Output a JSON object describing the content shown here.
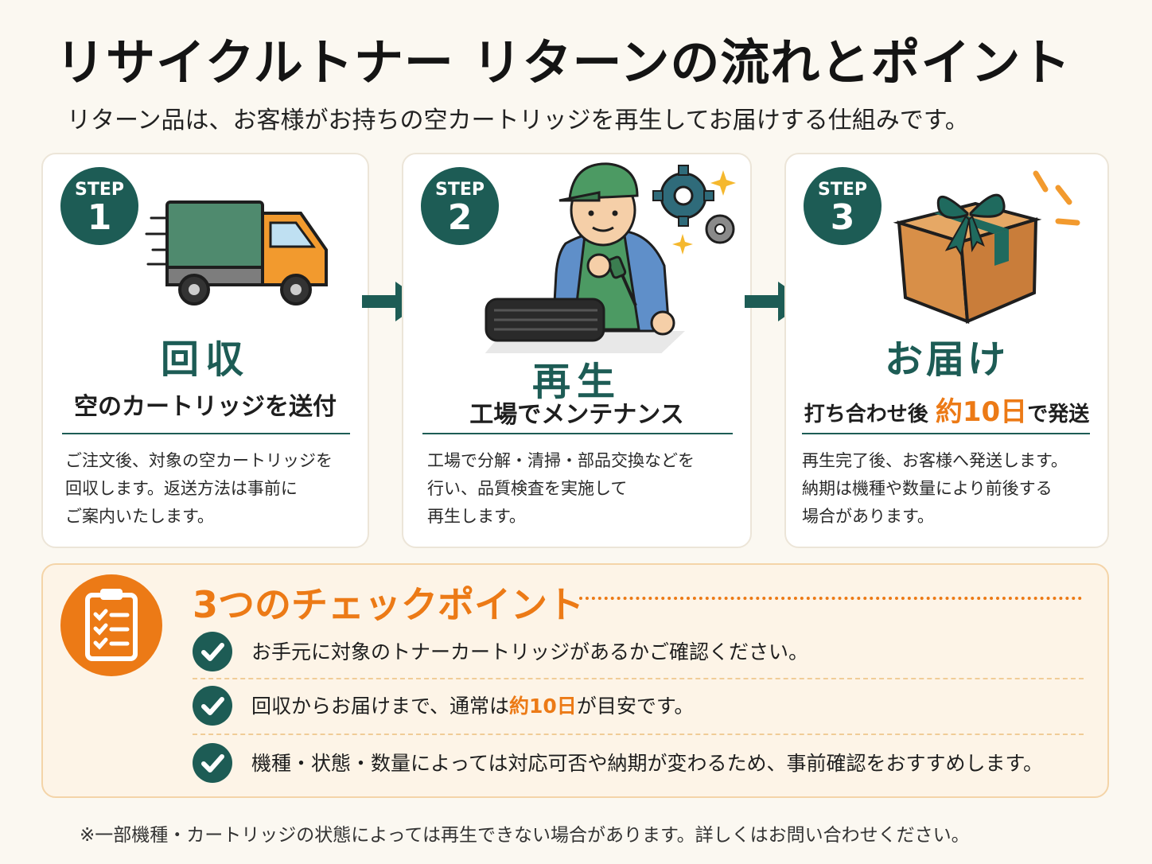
{
  "header": {
    "title": "リサイクルトナー リターンの流れとポイント",
    "subtitle": "リターン品は、お客様がお持ちの空カートリッジを再生してお届けする仕組みです。"
  },
  "steps": [
    {
      "badge_label": "STEP",
      "badge_number": "1",
      "title": "回収",
      "subtitle": "空のカートリッジを送付",
      "desc": [
        "ご注文後、対象の空カートリッジを",
        "回収します。返送方法は事前に",
        "ご案内いたします。"
      ],
      "icon": "delivery-truck-icon"
    },
    {
      "badge_label": "STEP",
      "badge_number": "2",
      "title": "再生",
      "subtitle": "工場でメンテナンス",
      "desc": [
        "工場で分解・清掃・部品交換などを",
        "行い、品質検査を実施して",
        "再生します。"
      ],
      "icon": "factory-worker-icon"
    },
    {
      "badge_label": "STEP",
      "badge_number": "3",
      "title": "お届け",
      "subtitle_pre": "打ち合わせ後",
      "subtitle_hl": "約10日",
      "subtitle_post": "で発送",
      "desc": [
        "再生完了後、お客様へ発送します。",
        "納期は機種や数量により前後する",
        "場合があります。"
      ],
      "icon": "gift-box-icon"
    }
  ],
  "checkpoints": {
    "title": "3つのチェックポイント",
    "icon": "clipboard-checklist-icon",
    "items": [
      {
        "text": "お手元に対象のトナーカートリッジがあるかご確認ください。"
      },
      {
        "pre": "回収からお届けまで、通常は",
        "hl": "約10日",
        "post": "が目安です。"
      },
      {
        "text": "機種・状態・数量によっては対応可否や納期が変わるため、事前確認をおすすめします。"
      }
    ]
  },
  "footnote": "※一部機種・カートリッジの状態によっては再生できない場合があります。詳しくはお問い合わせください。",
  "colors": {
    "teal": "#1d5c55",
    "orange": "#ec7a16",
    "background": "#fbf8f1"
  }
}
